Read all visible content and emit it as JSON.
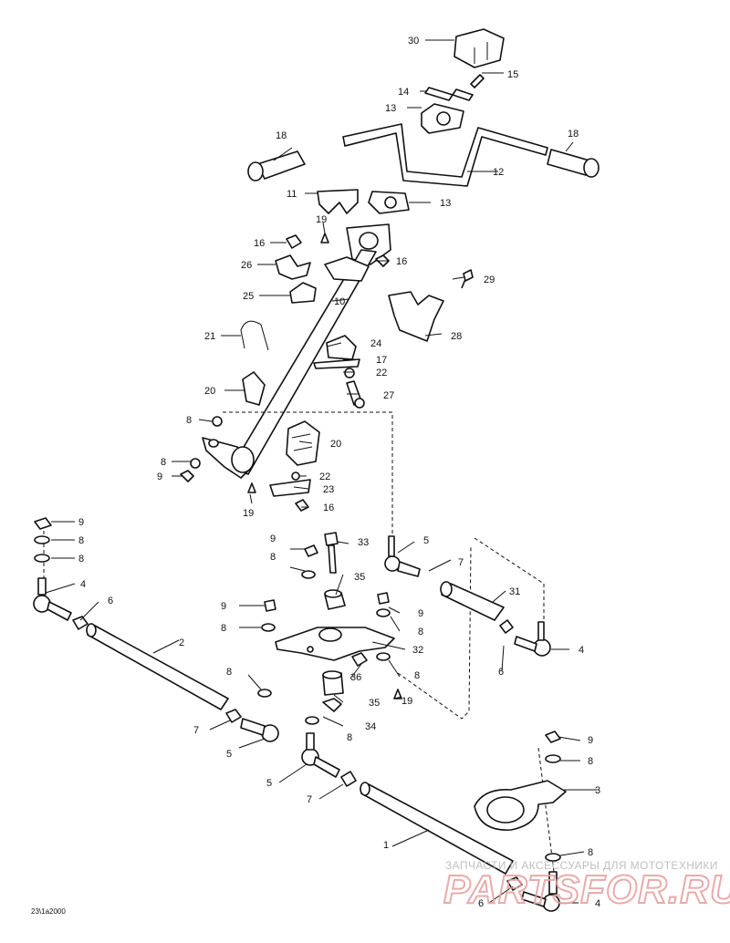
{
  "callouts": [
    "30",
    "15",
    "14",
    "13",
    "12",
    "18",
    "18",
    "11",
    "13",
    "19",
    "16",
    "16",
    "26",
    "25",
    "10",
    "29",
    "21",
    "24",
    "28",
    "17",
    "22",
    "20",
    "27",
    "8",
    "20",
    "8",
    "22",
    "9",
    "23",
    "19",
    "16",
    "9",
    "8",
    "8",
    "4",
    "6",
    "9",
    "8",
    "33",
    "5",
    "7",
    "35",
    "31",
    "9",
    "9",
    "8",
    "8",
    "2",
    "32",
    "8",
    "36",
    "8",
    "19",
    "35",
    "4",
    "6",
    "7",
    "5",
    "8",
    "34",
    "9",
    "8",
    "5",
    "3",
    "7",
    "1",
    "8",
    "6",
    "4"
  ],
  "drawing_code": "23\\1a2000",
  "watermark": {
    "caption": "ЗАПЧАСТИ И АКСЕССУАРЫ ДЛЯ МОТОТЕХНИКИ",
    "brand": "PARTSFOR.RU"
  }
}
